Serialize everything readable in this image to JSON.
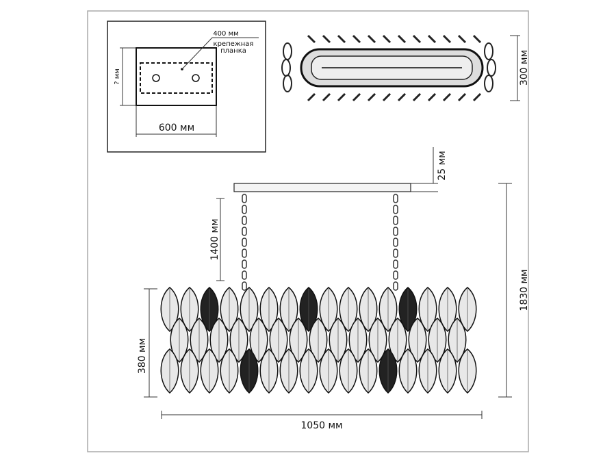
{
  "mount_plate": {
    "strip_length": "400 мм",
    "strip_label_line1": "крепежная",
    "strip_label_line2": "планка",
    "height": "? мм",
    "width": "600 мм"
  },
  "top_view": {
    "depth": "300 мм"
  },
  "side_view": {
    "canopy_height": "25 мм",
    "chain_length": "1400 мм",
    "total_height": "1830 мм",
    "body_height": "380 мм",
    "width": "1050 мм"
  }
}
